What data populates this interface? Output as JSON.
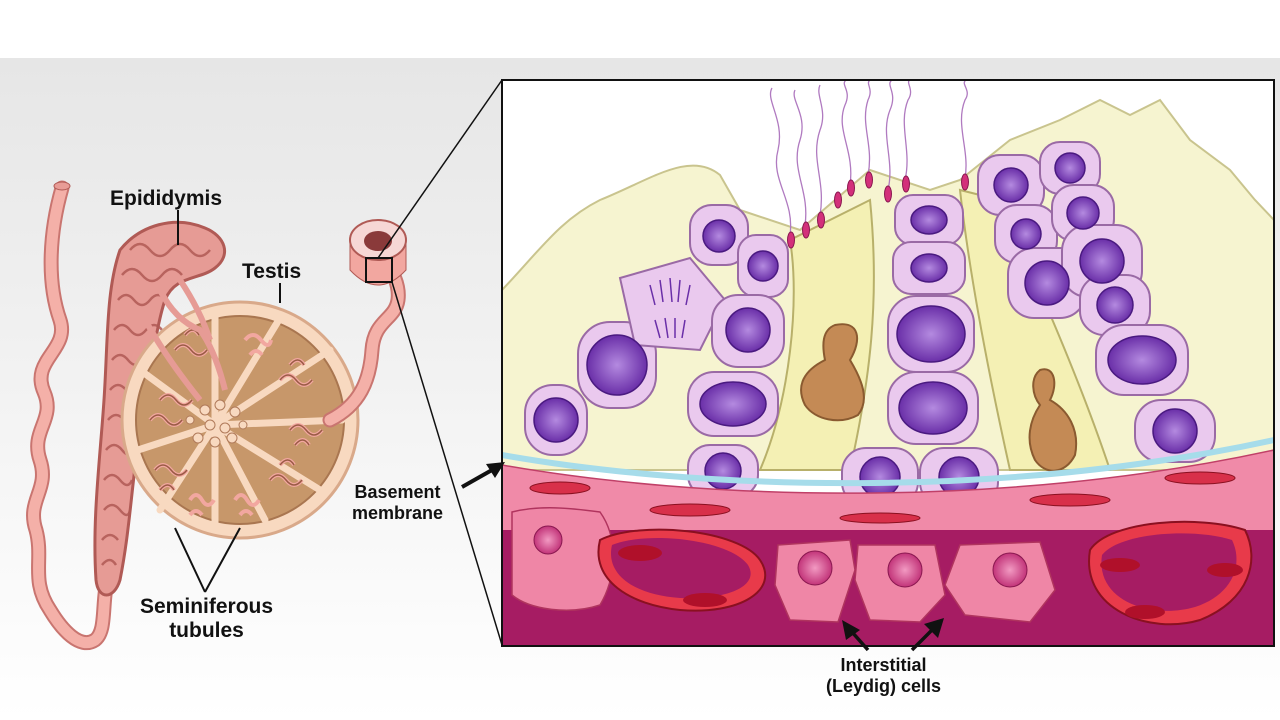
{
  "labels": {
    "epididymis": "Epididymis",
    "testis": "Testis",
    "seminiferous_line1": "Seminiferous",
    "seminiferous_line2": "tubules",
    "basement_line1": "Basement",
    "basement_line2": "membrane",
    "interstitial_line1": "Interstitial",
    "interstitial_line2": "(Leydig) cells"
  },
  "colors": {
    "tubule_pink": "#f2a7a0",
    "tubule_dark": "#b05a55",
    "testis_fill": "#f8d9c0",
    "lumen_yellow": "#f6f4d0",
    "cell_membrane": "#e8c6ec",
    "nucleus_purple": "#7a3bb5",
    "sertoli_brown": "#c48a55",
    "connective_magenta": "#a61c63",
    "leydig_pink": "#ef86a6",
    "vessel_red": "#e83a4a",
    "basement_blue": "#a6dcea"
  }
}
